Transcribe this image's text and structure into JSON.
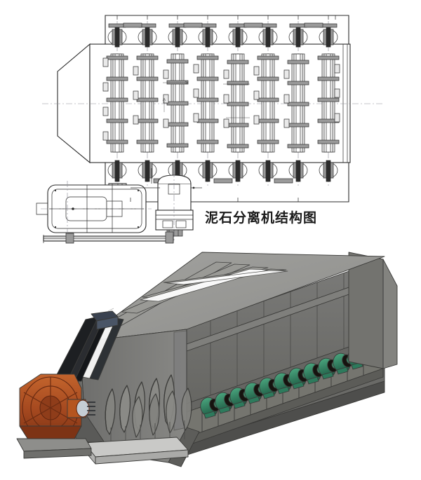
{
  "figure": {
    "caption": "泥石分离机结构图",
    "panels": [
      {
        "id": "plan-drawing",
        "kind": "engineering-line-drawing",
        "view": "plan"
      },
      {
        "id": "isometric-render",
        "kind": "3d-cad-render",
        "view": "isometric"
      }
    ]
  },
  "drawing": {
    "caption": "泥石分离机结构图",
    "shaft_count": 8,
    "hopper_label": "tapered-inlet-hopper",
    "drive": {
      "motor_label": "drive-motor",
      "reducer_label": "gear-reducer",
      "coupling_label": "coupling"
    },
    "dimension_notes": [
      "",
      "",
      ""
    ]
  },
  "render": {
    "shafts_visible": 8,
    "bearing_count": 12,
    "blade_count": 9,
    "parts": [
      "trough-body",
      "spiral-blades",
      "bearing-rail",
      "gear-reducer",
      "v-belt-drive",
      "base-frame",
      "discharge-chute"
    ]
  },
  "colors": {
    "background": "#ffffff",
    "line": "#2b2b2b",
    "centerline": "#8d8d95",
    "body_grey": "#70706f",
    "body_grey_light": "#8b8b89",
    "body_grey_dark": "#5a5a59",
    "body_grey_darker": "#4a4a49",
    "top_face": "#9a9a97",
    "motor_orange": "#a4481f",
    "motor_orange_light": "#c2632c",
    "motor_orange_dark": "#7d3315",
    "bearing_green": "#2d7a5c",
    "bearing_green_light": "#49a47d",
    "bearing_green_dark": "#1c5640",
    "belt_black": "#1d1f22",
    "chute_light": "#c9c9c7",
    "caption_text": "#1a1a1a"
  }
}
